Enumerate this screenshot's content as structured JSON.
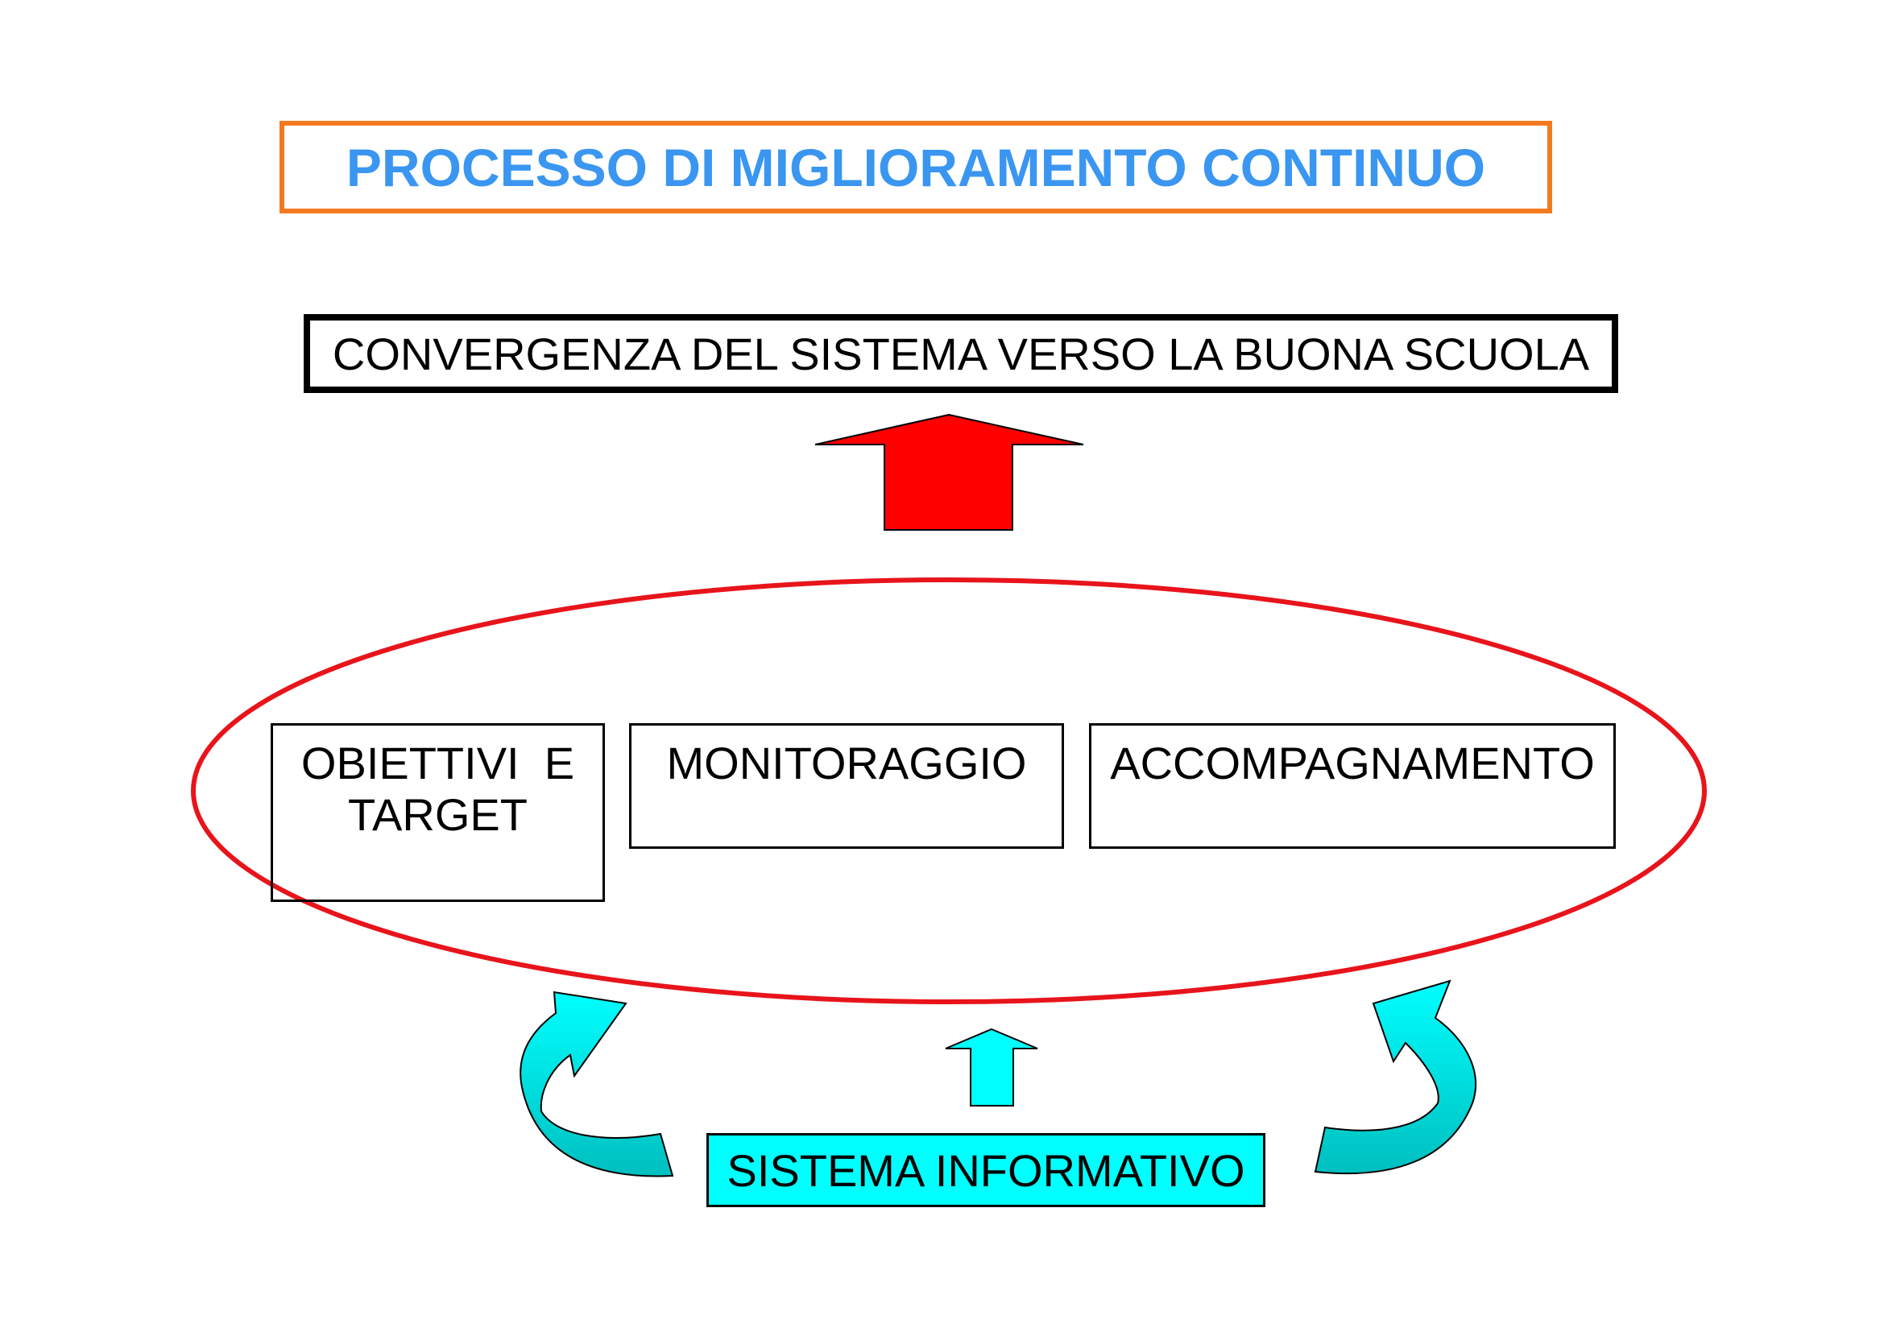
{
  "title": "PROCESSO DI MIGLIORAMENTO CONTINUO",
  "goal": "CONVERGENZA DEL SISTEMA VERSO LA BUONA SCUOLA",
  "components": {
    "objectives_line1": "OBIETTIVI  E",
    "objectives_line2": "TARGET",
    "monitoring": "MONITORAGGIO",
    "support": "ACCOMPAGNAMENTO"
  },
  "information_system": "SISTEMA INFORMATIVO",
  "colors": {
    "title_text": "#3a96f0",
    "title_border": "#f47a20",
    "up_arrow": "#ff0000",
    "ellipse": "#e8141b",
    "cyan_fill": "#00ffff",
    "curved_arrow_fill": "#00cccc"
  }
}
